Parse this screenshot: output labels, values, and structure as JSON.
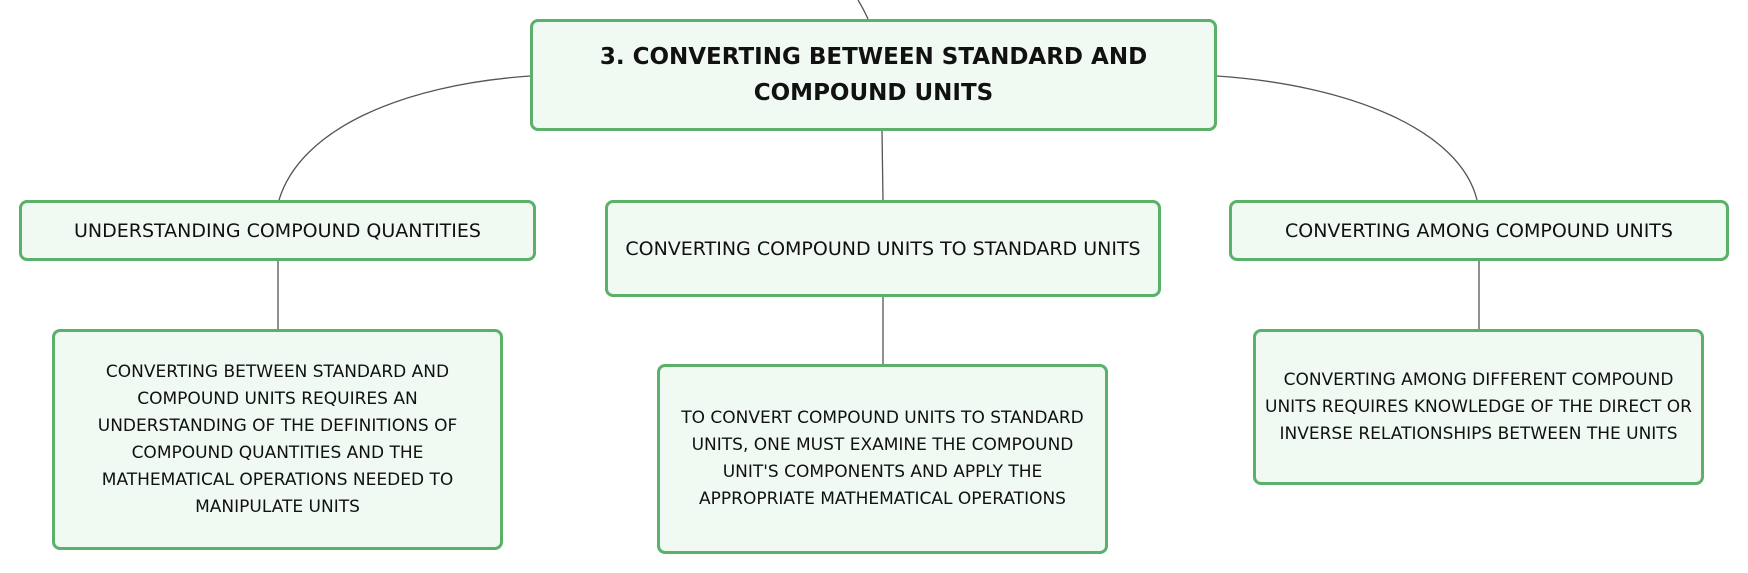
{
  "diagram": {
    "root": {
      "label": "3. CONVERTING BETWEEN STANDARD AND COMPOUND UNITS"
    },
    "branches": [
      {
        "label": "UNDERSTANDING COMPOUND QUANTITIES",
        "detail": "CONVERTING BETWEEN STANDARD AND COMPOUND UNITS REQUIRES AN UNDERSTANDING OF THE DEFINITIONS OF COMPOUND QUANTITIES AND THE MATHEMATICAL OPERATIONS NEEDED TO MANIPULATE UNITS"
      },
      {
        "label": "CONVERTING COMPOUND UNITS TO STANDARD UNITS",
        "detail": "TO CONVERT COMPOUND UNITS TO STANDARD UNITS, ONE MUST EXAMINE THE COMPOUND UNIT'S COMPONENTS AND APPLY THE APPROPRIATE MATHEMATICAL OPERATIONS"
      },
      {
        "label": "CONVERTING AMONG COMPOUND UNITS",
        "detail": "CONVERTING AMONG DIFFERENT COMPOUND UNITS REQUIRES KNOWLEDGE OF THE DIRECT OR INVERSE RELATIONSHIPS BETWEEN THE UNITS"
      }
    ],
    "colors": {
      "node_border": "#5bb06a",
      "node_fill": "#f0f9f2",
      "connector": "#555555",
      "text": "#111111"
    }
  }
}
